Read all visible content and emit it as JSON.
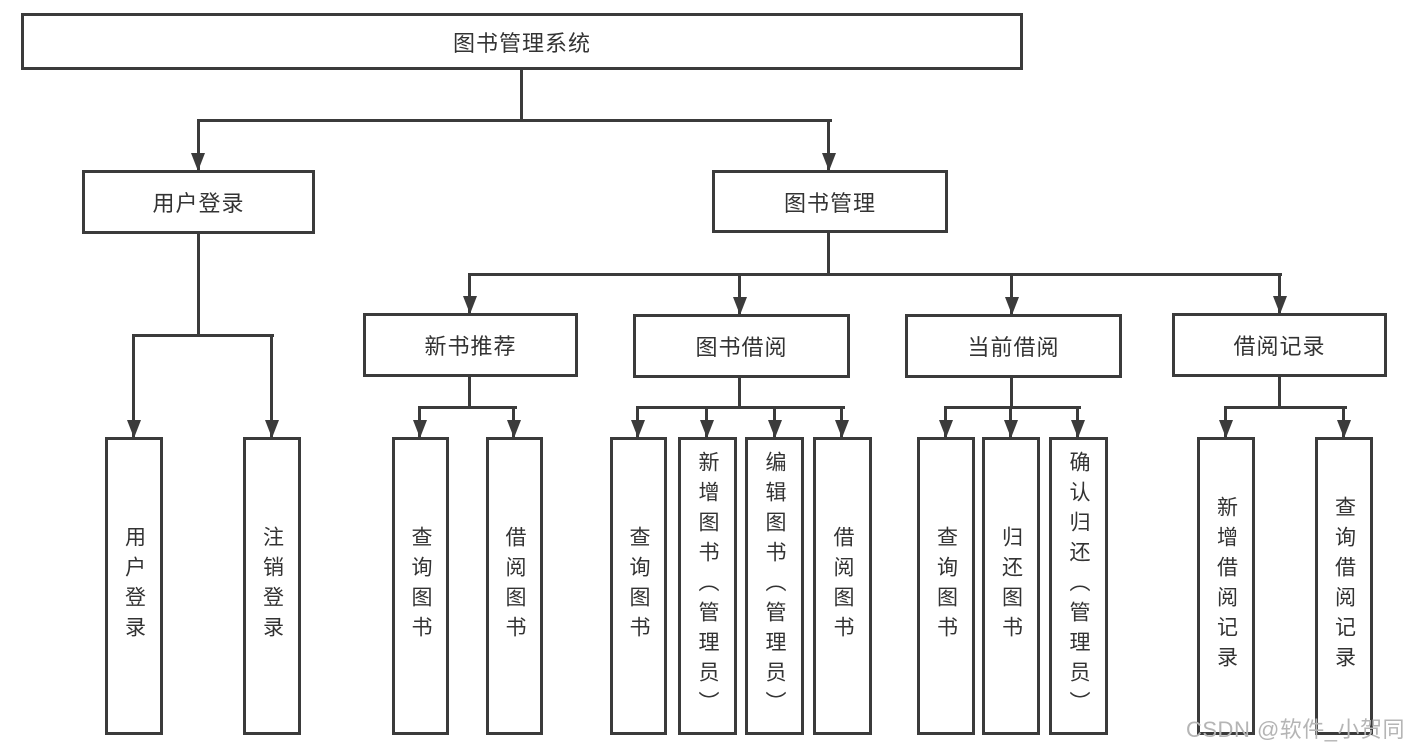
{
  "diagram": {
    "root": {
      "label": "图书管理系统"
    },
    "branches": [
      {
        "label": "用户登录",
        "children": [
          {
            "label": "用户登录"
          },
          {
            "label": "注销登录"
          }
        ]
      },
      {
        "label": "图书管理",
        "children": [
          {
            "label": "新书推荐",
            "children": [
              {
                "label": "查询图书"
              },
              {
                "label": "借阅图书"
              }
            ]
          },
          {
            "label": "图书借阅",
            "children": [
              {
                "label": "查询图书"
              },
              {
                "label": "新增图书（管理员）"
              },
              {
                "label": "编辑图书（管理员）"
              },
              {
                "label": "借阅图书"
              }
            ]
          },
          {
            "label": "当前借阅",
            "children": [
              {
                "label": "查询图书"
              },
              {
                "label": "归还图书"
              },
              {
                "label": "确认归还（管理员）"
              }
            ]
          },
          {
            "label": "借阅记录",
            "children": [
              {
                "label": "新增借阅记录"
              },
              {
                "label": "查询借阅记录"
              }
            ]
          }
        ]
      }
    ]
  },
  "watermark": {
    "text": "CSDN @软件_小贺同学"
  },
  "colors": {
    "line": "#3b3b3b",
    "text": "#333333",
    "watermark": "#b5b5b5",
    "background": "#ffffff"
  }
}
